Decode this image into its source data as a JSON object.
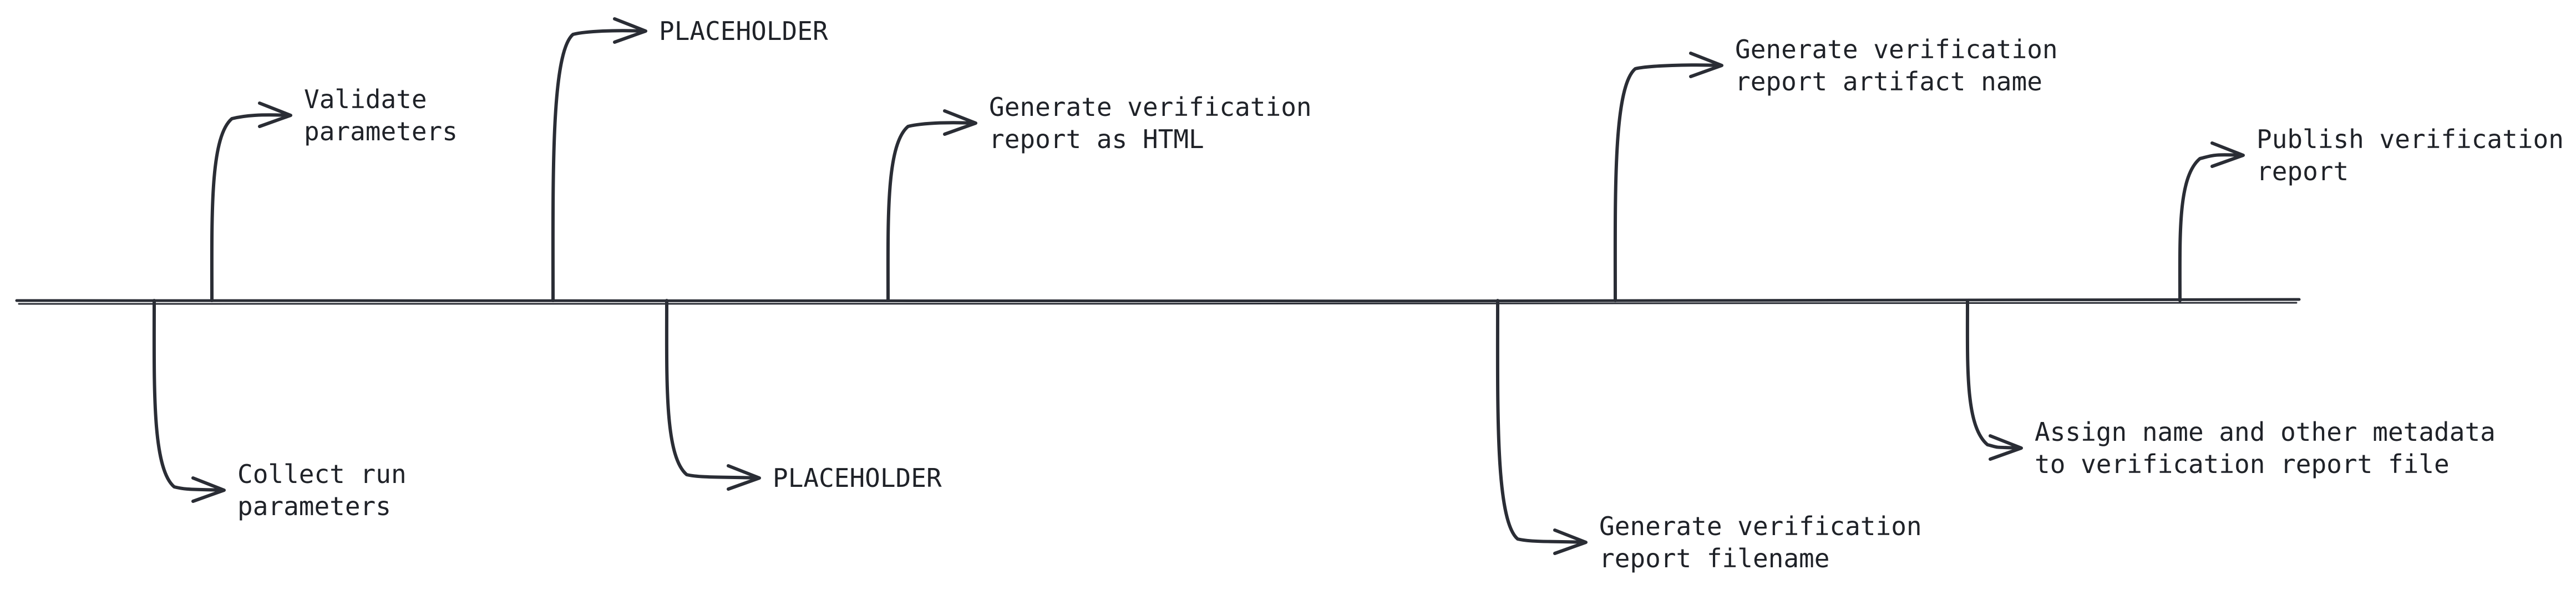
{
  "colors": {
    "ink": "#2a2d35",
    "text": "#1f2228",
    "background": "#ffffff"
  },
  "events": [
    {
      "id": "collect-run-parameters",
      "side": "below",
      "lines": [
        "Collect run",
        "parameters"
      ]
    },
    {
      "id": "validate-parameters",
      "side": "above",
      "lines": [
        "Validate",
        "parameters"
      ]
    },
    {
      "id": "placeholder-top",
      "side": "above",
      "lines": [
        "PLACEHOLDER"
      ]
    },
    {
      "id": "placeholder-bottom",
      "side": "below",
      "lines": [
        "PLACEHOLDER"
      ]
    },
    {
      "id": "generate-report-html",
      "side": "above",
      "lines": [
        "Generate verification",
        "report as HTML"
      ]
    },
    {
      "id": "generate-report-filename",
      "side": "below",
      "lines": [
        "Generate verification",
        "report filename"
      ]
    },
    {
      "id": "generate-artifact-name",
      "side": "above",
      "lines": [
        "Generate verification",
        "report artifact name"
      ]
    },
    {
      "id": "assign-metadata",
      "side": "below",
      "lines": [
        "Assign name and other metadata",
        "to verification report file"
      ]
    },
    {
      "id": "publish-report",
      "side": "above",
      "lines": [
        "Publish verification",
        "report"
      ]
    }
  ]
}
